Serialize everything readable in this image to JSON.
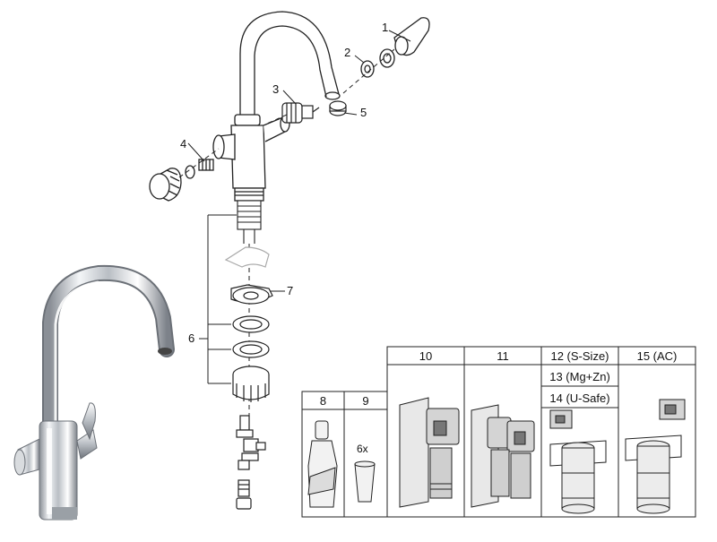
{
  "callouts": {
    "c1": "1",
    "c2": "2",
    "c3": "3",
    "c4": "4",
    "c5": "5",
    "c6": "6",
    "c7": "7"
  },
  "accessory_table": {
    "col8": "8",
    "col9": "9",
    "col10": "10",
    "col11": "11",
    "col12": "12 (S-Size)",
    "col13": "13 (Mg+Zn)",
    "col14": "14 (U-Safe)",
    "col15": "15 (AC)",
    "qty9": "6x"
  }
}
